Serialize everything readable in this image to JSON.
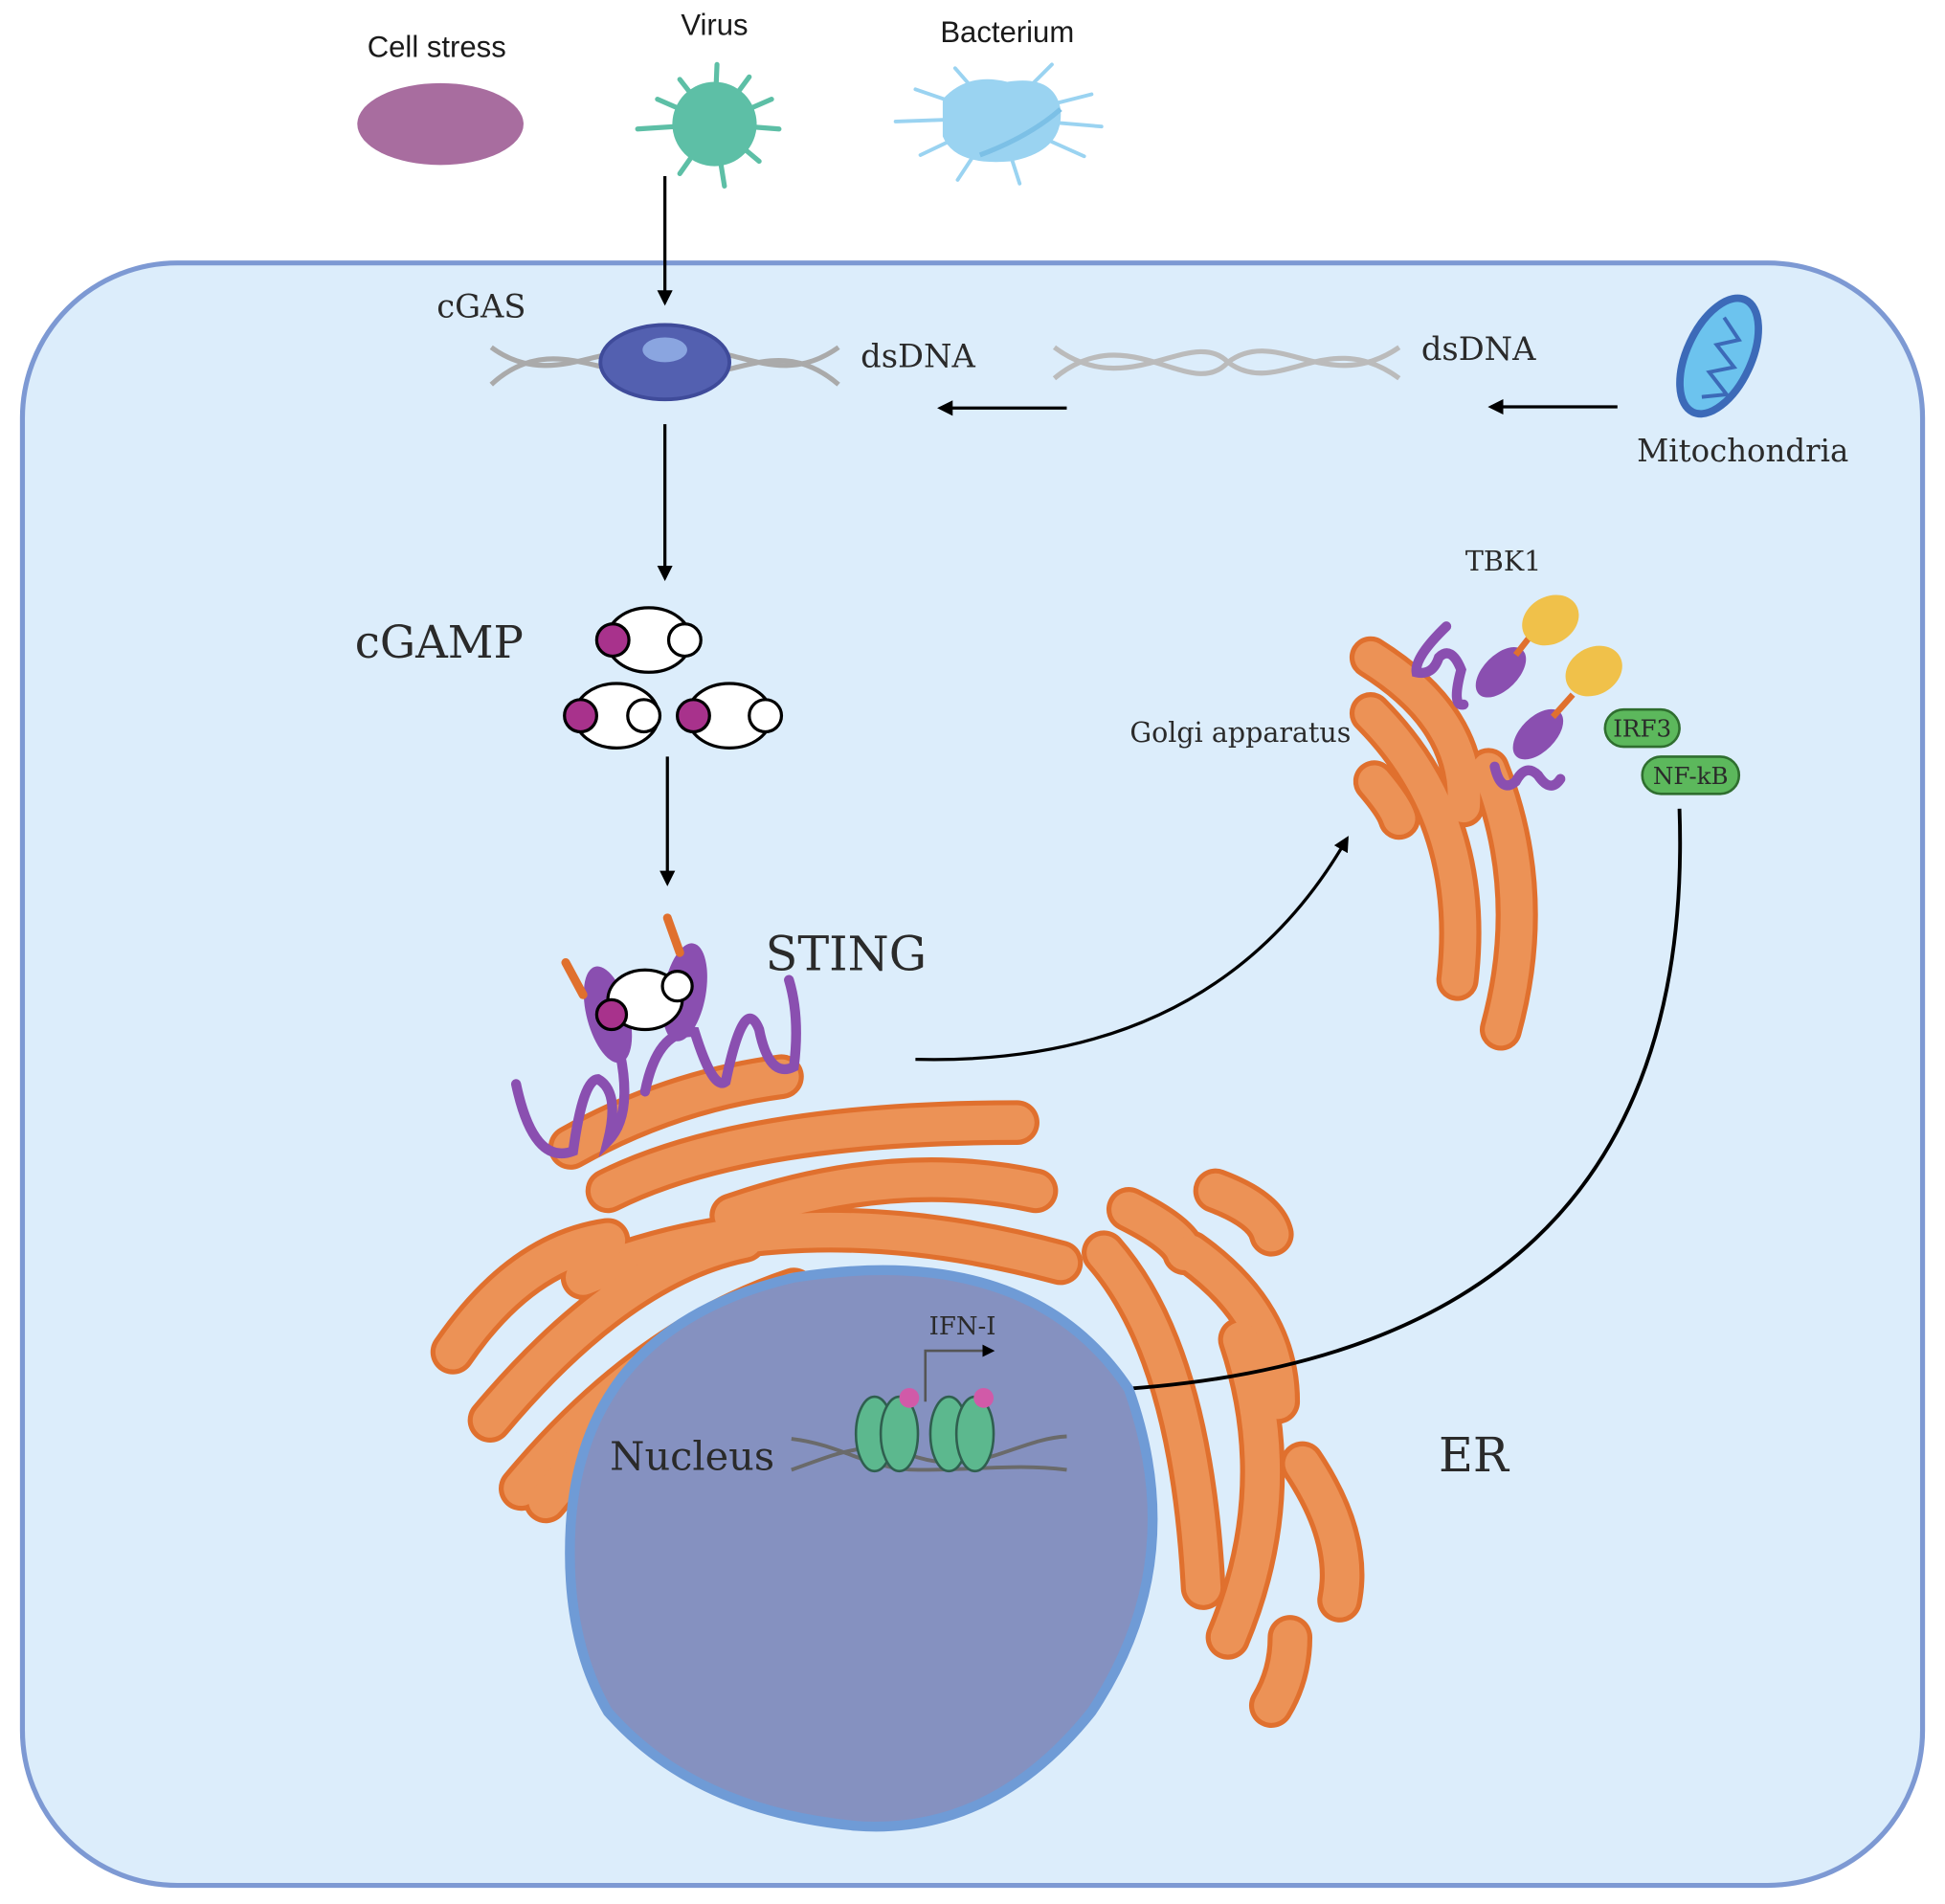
{
  "labels": {
    "cell_stress": "Cell stress",
    "virus": "Virus",
    "bacterium": "Bacterium",
    "cgas": "cGAS",
    "dsdna_1": "dsDNA",
    "dsdna_2": "dsDNA",
    "mitochondria": "Mitochondria",
    "cgamp": "cGAMP",
    "sting": "STING",
    "tbk1": "TBK1",
    "golgi": "Golgi apparatus",
    "irf3": "IRF3",
    "nfkb": "NF-kB",
    "ifn": "IFN-I",
    "nucleus": "Nucleus",
    "er": "ER"
  },
  "colors": {
    "cell_fill": "#dcedfb",
    "cell_border": "#7d99d3",
    "er_orange": "#ec9256",
    "nucleus": "#8591c0",
    "sting_purple": "#8a4fb0",
    "tbk1_yellow": "#f0c14a",
    "tf_green": "#5cb85c",
    "cgamp_magenta": "#a8328c",
    "cell_stress": "#a86d9f",
    "virus": "#5dbfa6",
    "bacterium": "#9ad3f1"
  }
}
